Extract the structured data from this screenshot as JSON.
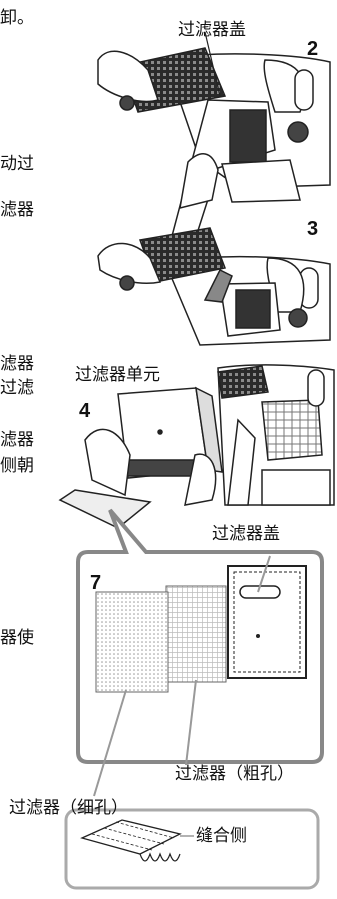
{
  "left_fragments": {
    "f1": "卸。",
    "f2": "动过",
    "f3": "滤器",
    "f4": "滤器",
    "f5": "过滤",
    "f6": "滤器",
    "f7": "侧朝",
    "f8": "器使"
  },
  "step_numbers": {
    "s2": "2",
    "s3": "3",
    "s4": "4",
    "s7": "7"
  },
  "labels": {
    "filter_cover_top": "过滤器盖",
    "filter_unit": "过滤器单元",
    "filter_cover_detail": "过滤器盖",
    "filter_coarse": "过滤器（粗孔）",
    "filter_fine": "过滤器（细孔）",
    "sewn_side": "缝合侧"
  }
}
